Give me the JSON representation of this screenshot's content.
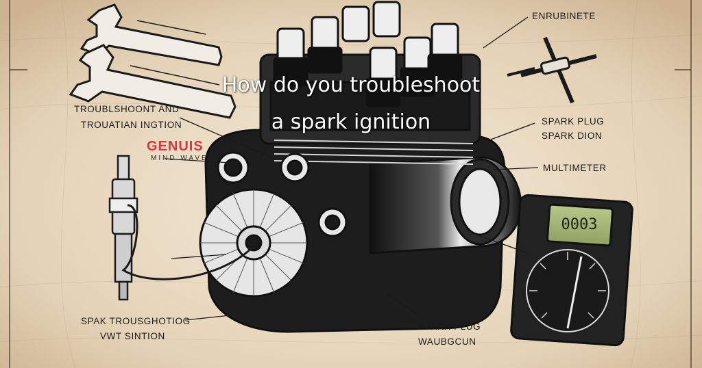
{
  "title": {
    "line1": "How do you troubleshoot",
    "line2": "a spark ignition"
  },
  "brand": {
    "name": "GENUIS",
    "tagline": "MIND WAVE",
    "accent_color": "#d9353f"
  },
  "labels": {
    "top_right": "ENRUBINETE",
    "left_upper_1": "TROUBLSHOONT AND",
    "left_upper_2": "TROUATIAN INGTION",
    "right_spark_1": "SPARK PLUG",
    "right_spark_2": "SPARK DION",
    "multimeter": "MULTIMETER",
    "bottom_left_1": "SPAK TROUSGHOTIOG",
    "bottom_left_2": "VWT SINTION",
    "bottom_center_1": "SPARK PLUG",
    "bottom_center_2": "WAUBGCUN"
  },
  "multimeter": {
    "reading": "0003"
  },
  "icons": [
    "wrench-icon",
    "spark-plug-icon",
    "multimeter-icon",
    "engine-illustration",
    "tool-icon"
  ]
}
